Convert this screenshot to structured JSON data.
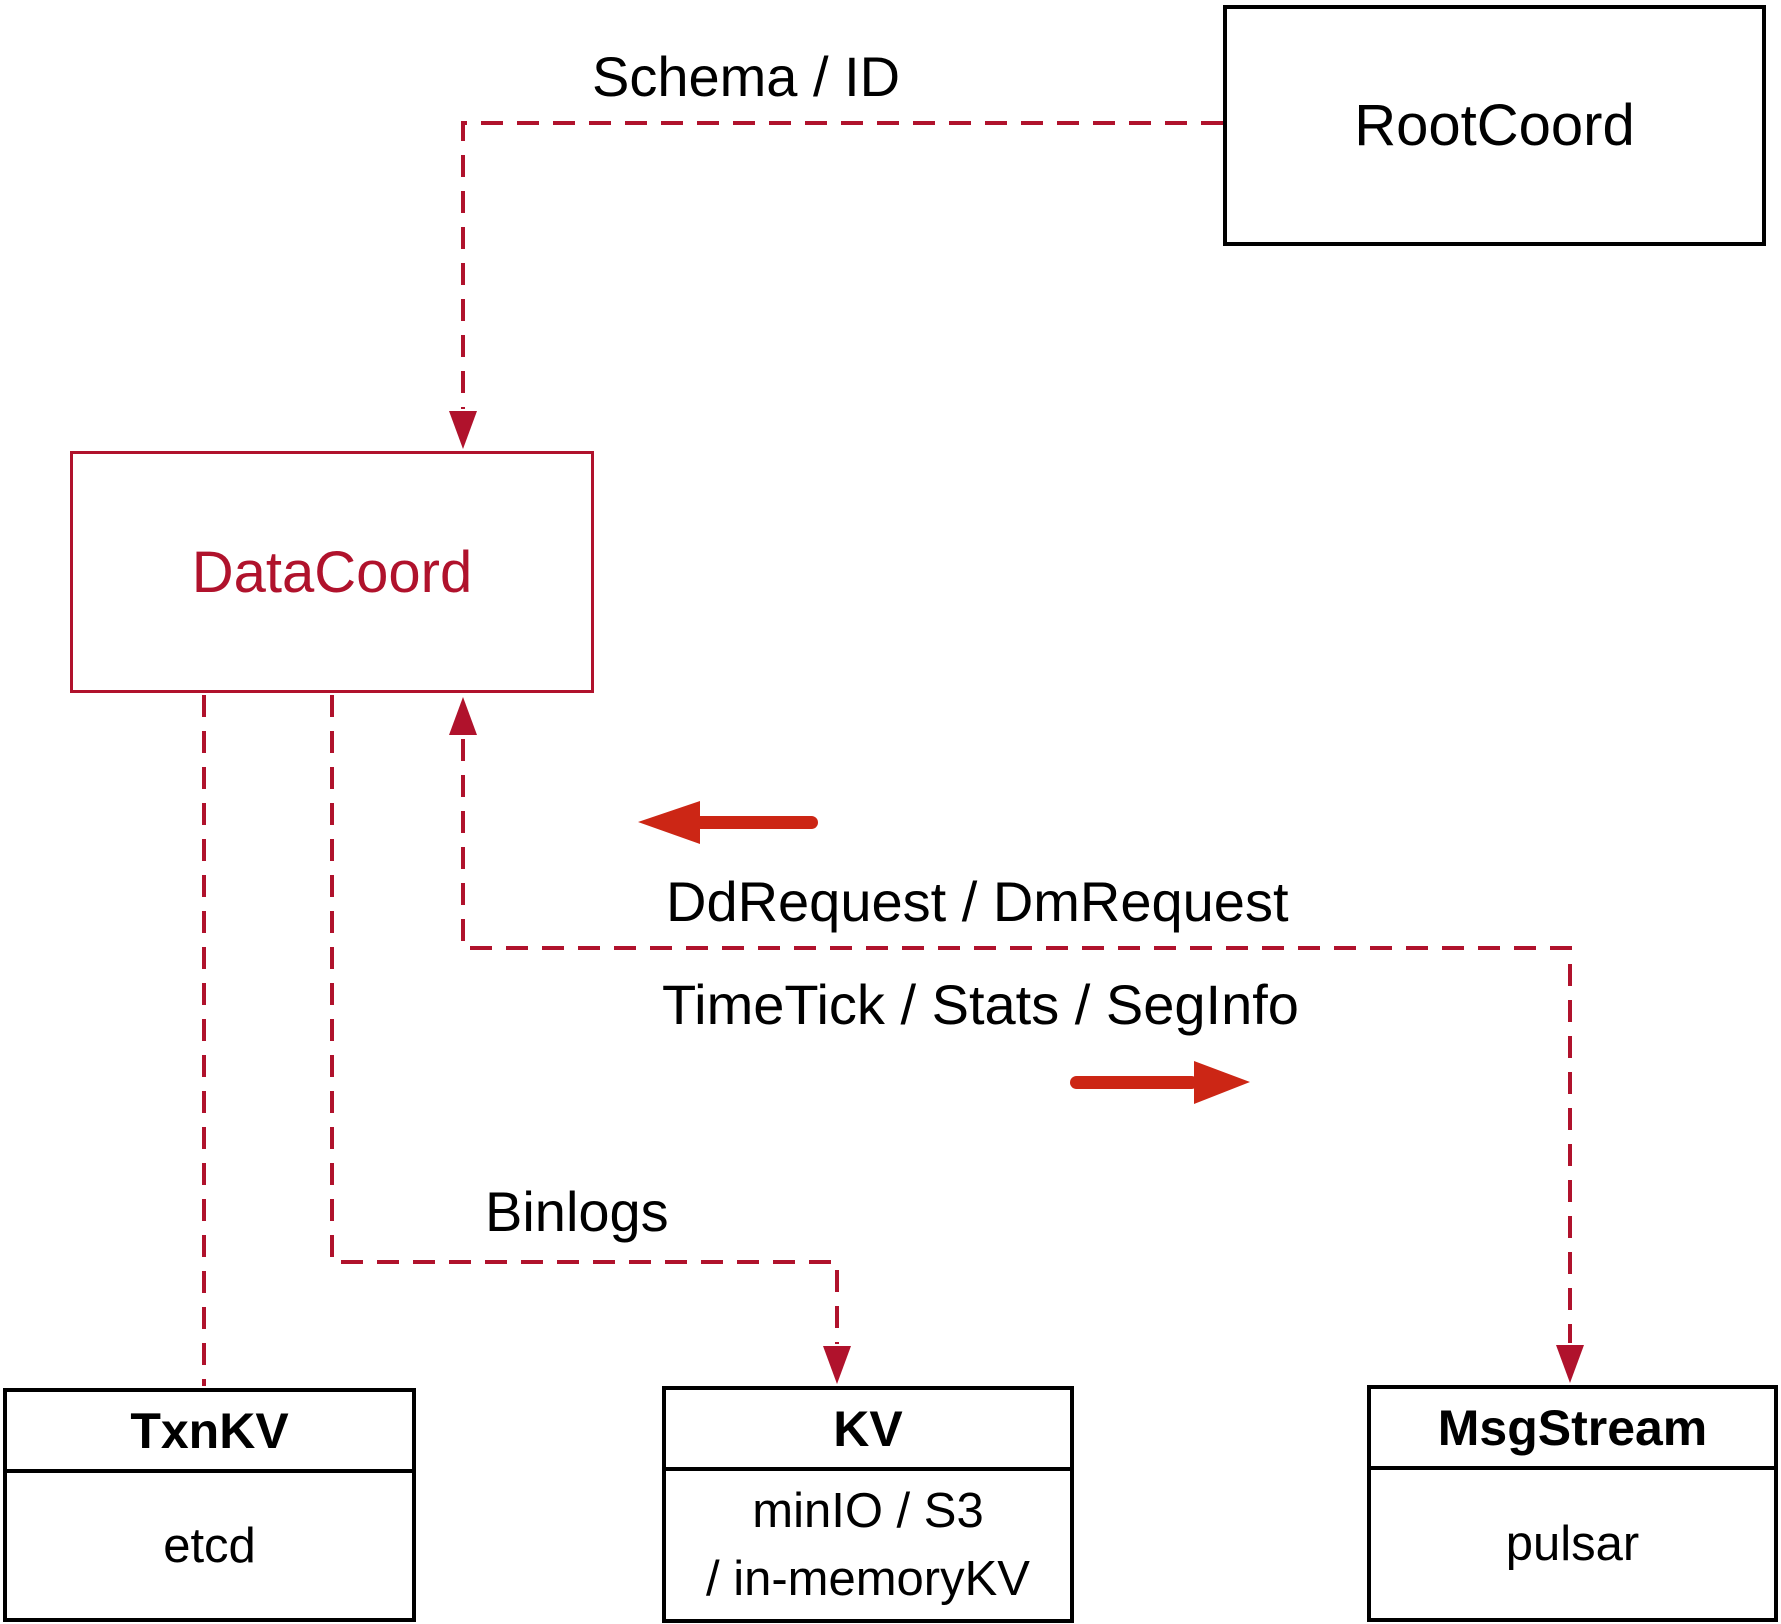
{
  "nodes": {
    "rootcoord": {
      "label": "RootCoord"
    },
    "datacoord": {
      "label": "DataCoord"
    },
    "txnkv": {
      "header": "TxnKV",
      "content": "etcd"
    },
    "kv": {
      "header": "KV",
      "content_line1": "minIO / S3",
      "content_line2": "/ in-memoryKV"
    },
    "msgstream": {
      "header": "MsgStream",
      "content": "pulsar"
    }
  },
  "edge_labels": {
    "schema_id": "Schema / ID",
    "dd_request": "DdRequest / DmRequest",
    "time_tick": "TimeTick / Stats / SegInfo",
    "binlogs": "Binlogs"
  },
  "colors": {
    "background": "#ffffff",
    "box_border": "#000000",
    "label_text": "#000000",
    "dashed_line": "#b0122c",
    "datacoord_accent": "#b0122c",
    "solid_arrow": "#cc2615"
  }
}
